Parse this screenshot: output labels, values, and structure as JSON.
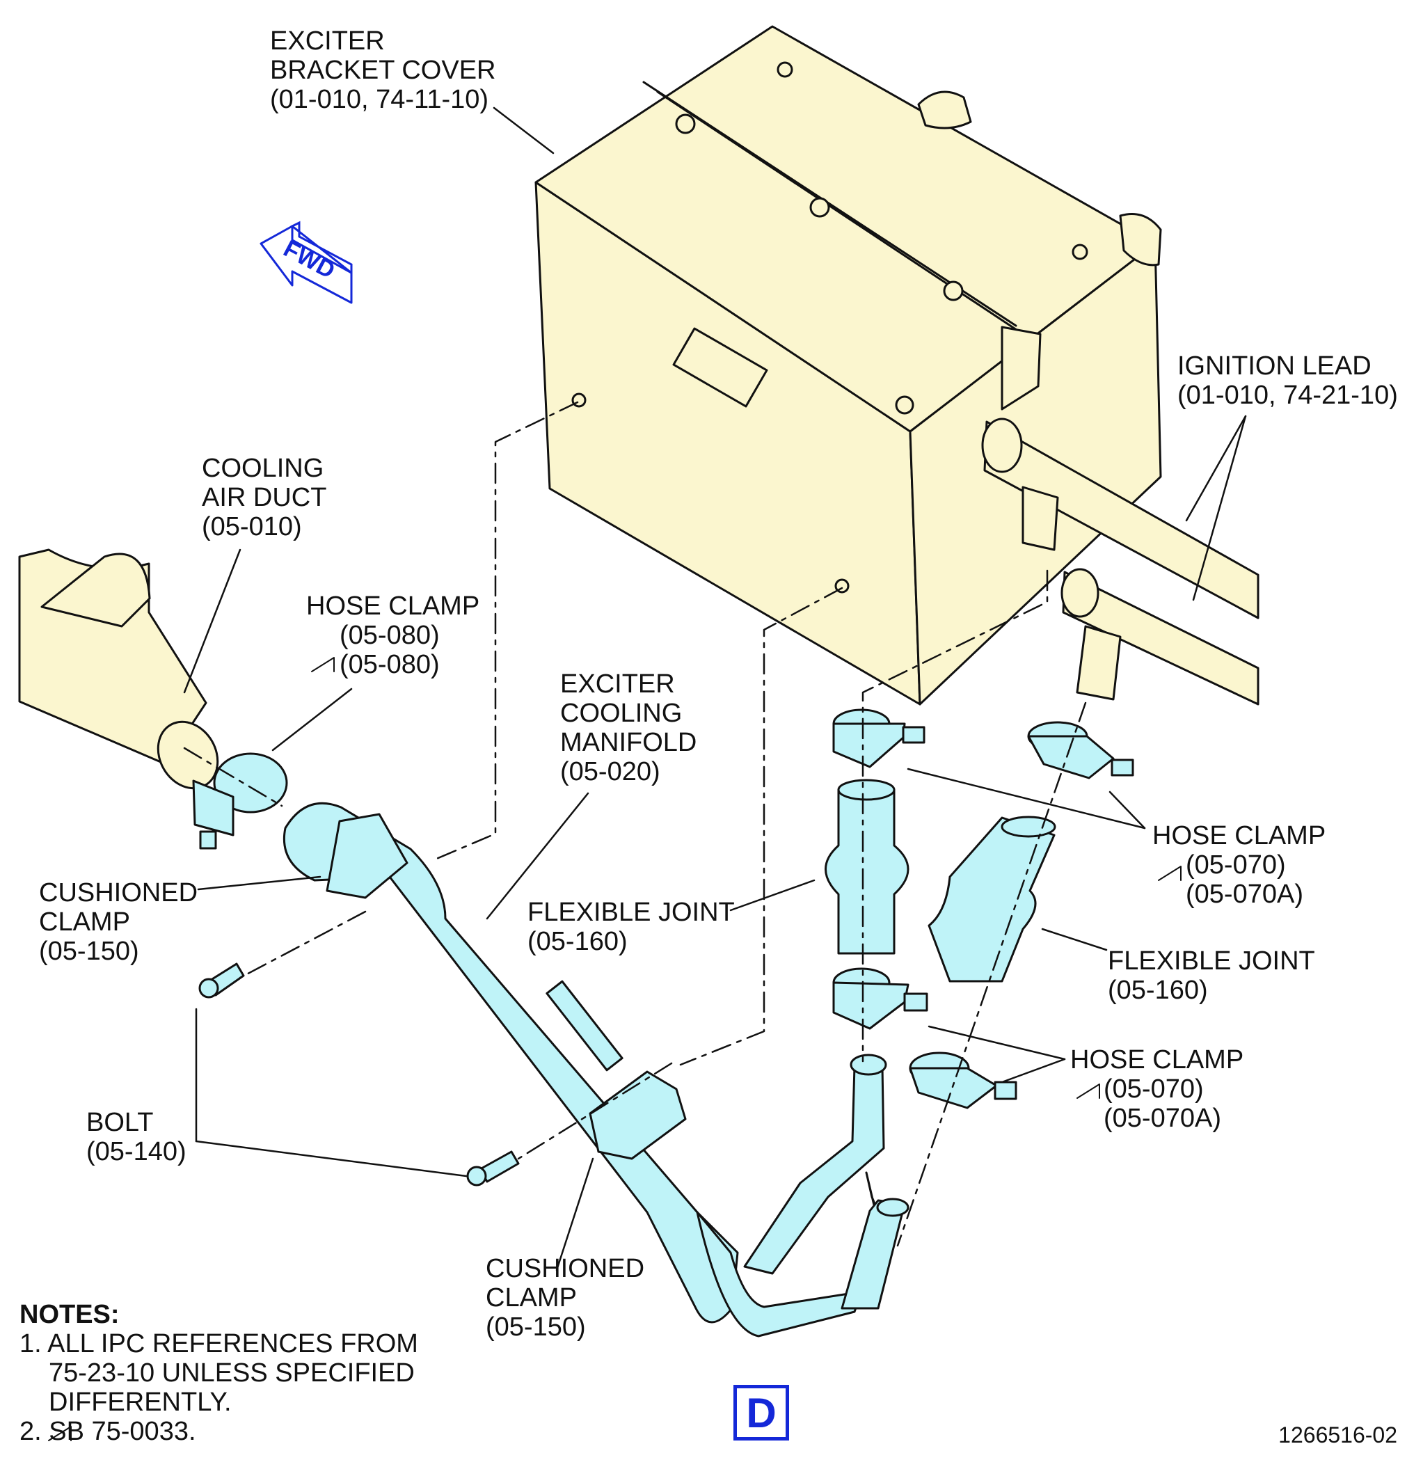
{
  "labels": {
    "exciter_bracket_cover": [
      "EXCITER",
      "BRACKET COVER",
      "(01-010, 74-11-10)"
    ],
    "ignition_lead": [
      "IGNITION LEAD",
      "(01-010, 74-21-10)"
    ],
    "cooling_air_duct": [
      "COOLING",
      "AIR DUCT",
      "(05-010)"
    ],
    "hose_clamp_080": [
      "HOSE CLAMP",
      "(05-080)",
      "(05-080)"
    ],
    "exciter_cooling_manifold": [
      "EXCITER",
      "COOLING",
      "MANIFOLD",
      "(05-020)"
    ],
    "cushioned_clamp_upper": [
      "CUSHIONED",
      "CLAMP",
      "(05-150)"
    ],
    "flexible_joint_left": [
      "FLEXIBLE JOINT",
      "(05-160)"
    ],
    "hose_clamp_070_upper": [
      "HOSE CLAMP",
      "(05-070)",
      "(05-070A)"
    ],
    "flexible_joint_right": [
      "FLEXIBLE JOINT",
      "(05-160)"
    ],
    "hose_clamp_070_lower": [
      "HOSE CLAMP",
      "(05-070)",
      "(05-070A)"
    ],
    "bolt": [
      "BOLT",
      "(05-140)"
    ],
    "cushioned_clamp_lower": [
      "CUSHIONED",
      "CLAMP",
      "(05-150)"
    ]
  },
  "fwd_arrow_text": "FWD",
  "notes": {
    "title": "NOTES:",
    "item1": [
      "1. ALL IPC REFERENCES FROM",
      "75-23-10 UNLESS SPECIFIED",
      "DIFFERENTLY."
    ],
    "item2": "2.    SB 75-0033."
  },
  "view_letter": "D",
  "figure_number": "1266516-02",
  "colors": {
    "exciter_body": "#fbf6cf",
    "cooling_parts": "#bff3f8",
    "fwd_arrow": "#1428d8",
    "lines": "#111111"
  }
}
